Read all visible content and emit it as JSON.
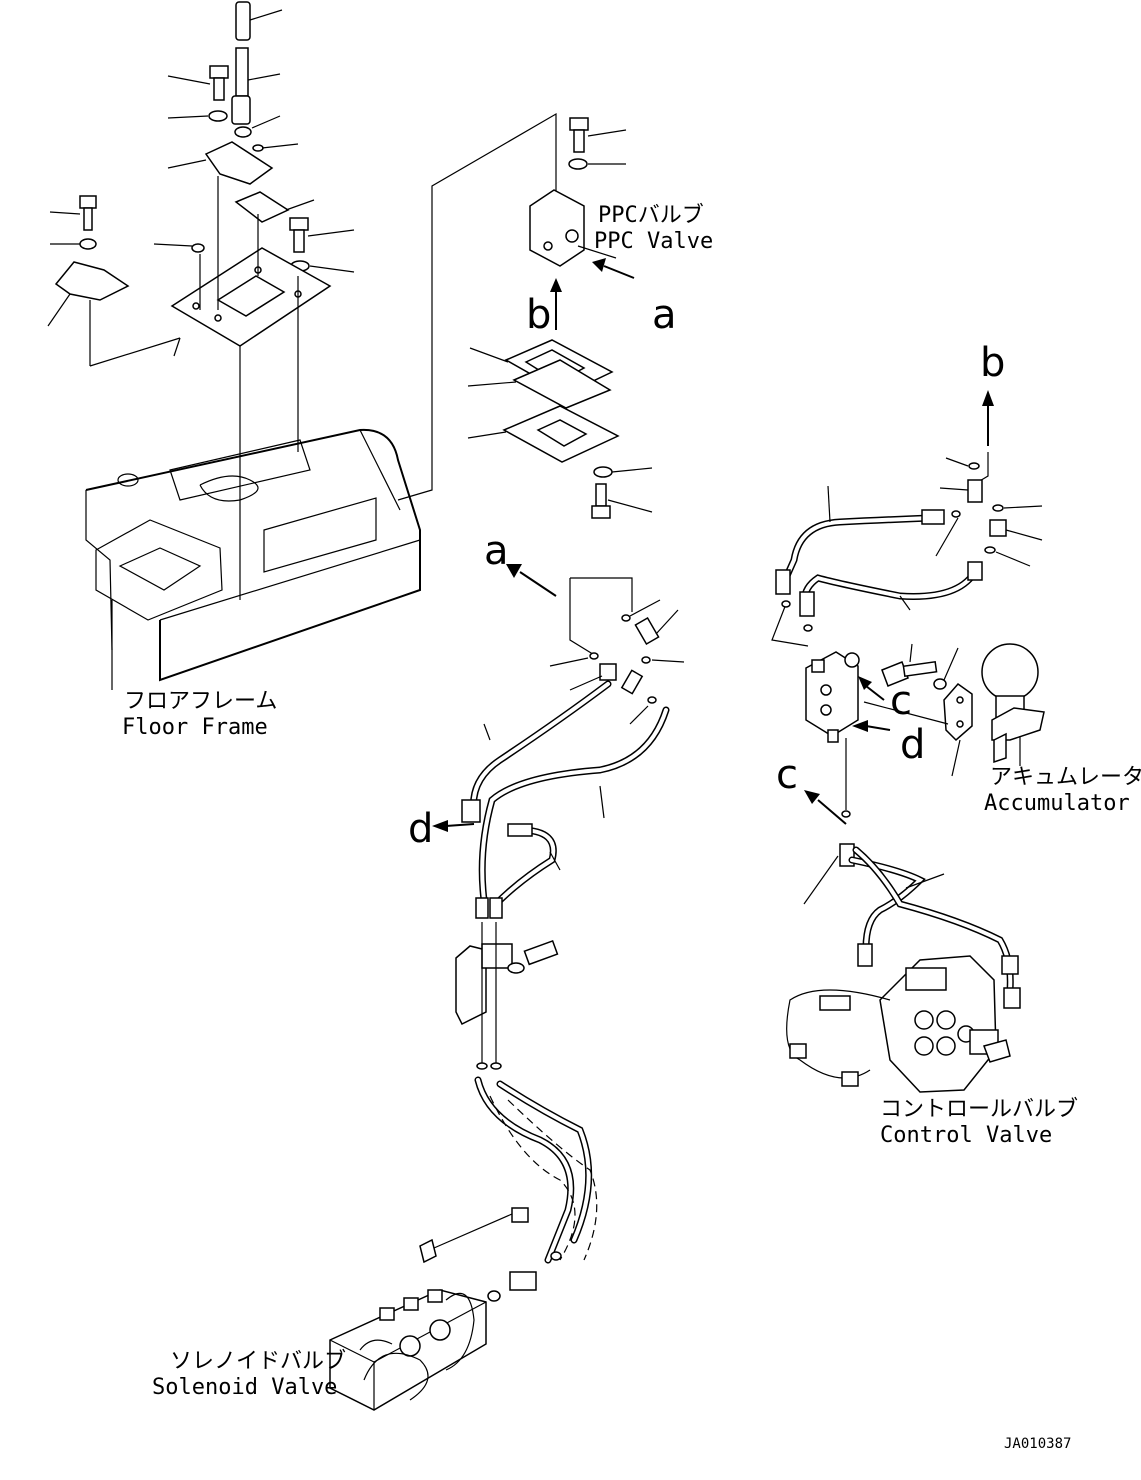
{
  "labels": {
    "ppc_valve_jp": "PPCバルブ",
    "ppc_valve_en": "PPC Valve",
    "floor_frame_jp": "フロアフレーム",
    "floor_frame_en": "Floor Frame",
    "accumulator_jp": "アキュムレータ",
    "accumulator_en": "Accumulator",
    "control_valve_jp": "コントロールバルブ",
    "control_valve_en": "Control Valve",
    "solenoid_valve_jp": "ソレノイドバルブ",
    "solenoid_valve_en": "Solenoid Valve"
  },
  "refs": {
    "a": "a",
    "b": "b",
    "c": "c",
    "d": "d"
  },
  "drawing_code": "JA010387"
}
